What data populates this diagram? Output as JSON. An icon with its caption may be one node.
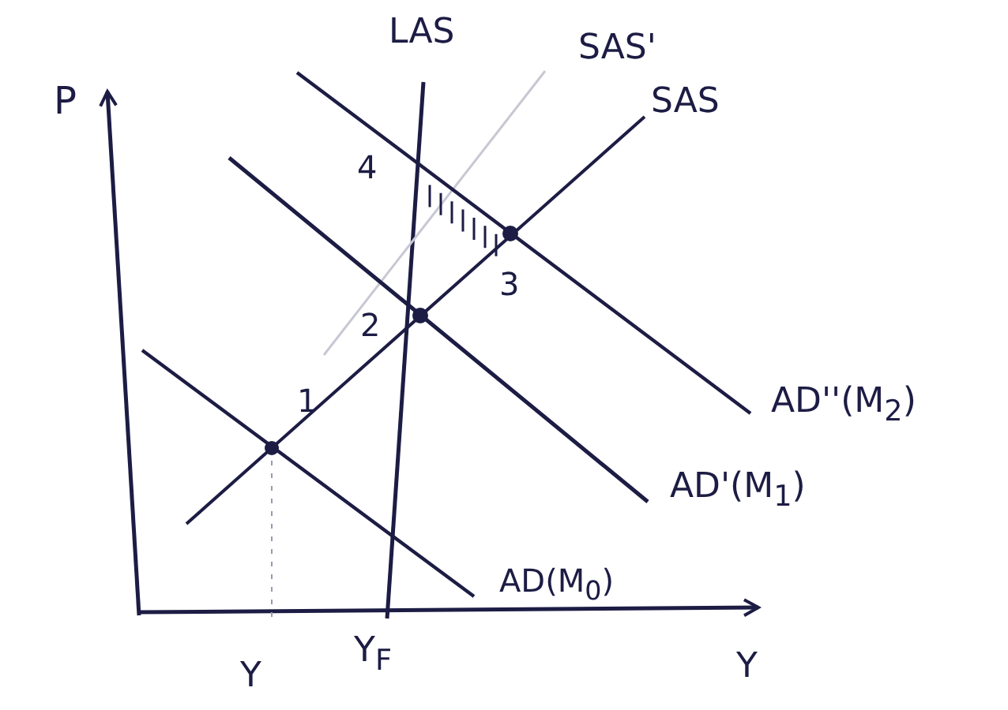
{
  "diagram": {
    "labels": [
      "P",
      "LAS",
      "SAS'",
      "SAS",
      "4",
      "3",
      "2",
      "1",
      "AD''(M$_{2}$)",
      "AD'(M$_{1}$)",
      "AD(M$_{0}$)",
      "Y",
      "Y$_{F}$",
      "Y"
    ]
  }
}
